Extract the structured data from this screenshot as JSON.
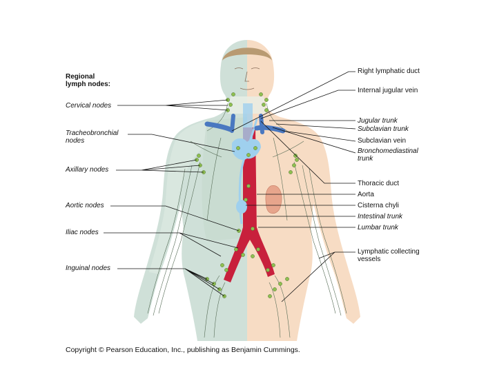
{
  "left_heading": "Regional\nlymph nodes:",
  "left_labels": {
    "cervical": "Cervical nodes",
    "tracheobronchial": "Tracheobronchial\nnodes",
    "axillary": "Axillary nodes",
    "aortic": "Aortic nodes",
    "iliac": "Iliac nodes",
    "inguinal": "Inguinal nodes"
  },
  "right_labels": {
    "right_lymphatic_duct": "Right lymphatic duct",
    "internal_jugular_vein": "Internal jugular vein",
    "jugular_trunk": "Jugular trunk",
    "subclavian_trunk": "Subclavian trunk",
    "subclavian_vein": "Subclavian vein",
    "bronchomediastinal_trunk": "Bronchomediastinal\ntrunk",
    "thoracic_duct": "Thoracic duct",
    "aorta": "Aorta",
    "cisterna_chyli": "Cisterna chyli",
    "intestinal_trunk": "Intestinal trunk",
    "lumbar_trunk": "Lumbar trunk",
    "lymphatic_collecting_vessels": "Lymphatic collecting\nvessels"
  },
  "copyright": "Copyright © Pearson Education, Inc., publishing as Benjamin Cummings.",
  "colors": {
    "right_body": "#cfe0d8",
    "left_body": "#f7dcc4",
    "aorta": "#c8203c",
    "vein": "#4a78c0",
    "duct": "#9fd0ee",
    "node": "#8fbf50"
  }
}
